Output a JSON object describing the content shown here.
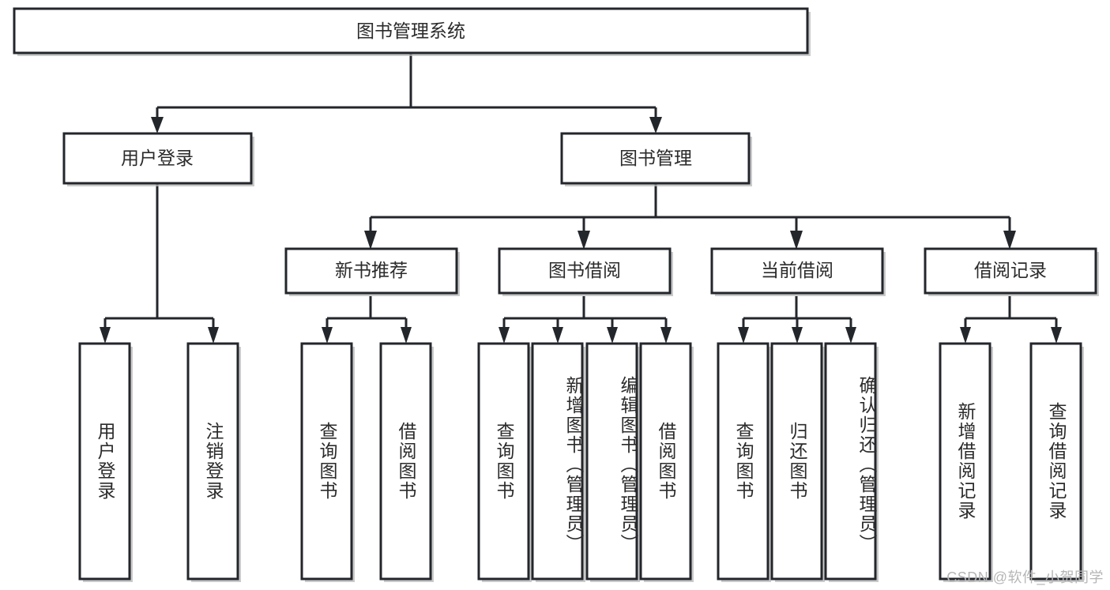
{
  "diagram": {
    "type": "tree-hierarchy",
    "title": "图书管理系统",
    "orientation": "top-down",
    "watermark": "CSDN @软件_小贺同学",
    "colors": {
      "box_stroke": "#23262b",
      "box_fill": "#ffffff",
      "text": "#2b2b2b",
      "shadow": "#b8b8b8",
      "watermark": "#b6b6b6",
      "background": "#ffffff"
    },
    "levels": [
      {
        "level": 0,
        "label": "root"
      },
      {
        "level": 1,
        "label": "modules"
      },
      {
        "level": 2,
        "label": "sub-modules"
      },
      {
        "level": 3,
        "label": "functions"
      }
    ],
    "nodes": {
      "root": {
        "id": "root",
        "label": "图书管理系统",
        "level": 0,
        "orientation": "horizontal"
      },
      "l1": [
        {
          "id": "user-login",
          "label": "用户登录",
          "level": 1,
          "orientation": "horizontal"
        },
        {
          "id": "book-manage",
          "label": "图书管理",
          "level": 1,
          "orientation": "horizontal"
        }
      ],
      "l2": [
        {
          "id": "new-book-rec",
          "label": "新书推荐",
          "level": 2,
          "orientation": "horizontal",
          "parent": "book-manage"
        },
        {
          "id": "book-borrow",
          "label": "图书借阅",
          "level": 2,
          "orientation": "horizontal",
          "parent": "book-manage"
        },
        {
          "id": "current-borrow",
          "label": "当前借阅",
          "level": 2,
          "orientation": "horizontal",
          "parent": "book-manage"
        },
        {
          "id": "borrow-record",
          "label": "借阅记录",
          "level": 2,
          "orientation": "horizontal",
          "parent": "book-manage"
        }
      ],
      "leaves": [
        {
          "id": "leaf-user-login",
          "label": "用户登录",
          "parent": "user-login",
          "orientation": "vertical"
        },
        {
          "id": "leaf-logout-login",
          "label": "注销登录",
          "parent": "user-login",
          "orientation": "vertical"
        },
        {
          "id": "leaf-query-book-1",
          "label": "查询图书",
          "parent": "new-book-rec",
          "orientation": "vertical"
        },
        {
          "id": "leaf-borrow-book-1",
          "label": "借阅图书",
          "parent": "new-book-rec",
          "orientation": "vertical"
        },
        {
          "id": "leaf-query-book-2",
          "label": "查询图书",
          "parent": "book-borrow",
          "orientation": "vertical"
        },
        {
          "id": "leaf-add-book",
          "label": "新增图书（管理员）",
          "parent": "book-borrow",
          "orientation": "vertical"
        },
        {
          "id": "leaf-edit-book",
          "label": "编辑图书（管理员）",
          "parent": "book-borrow",
          "orientation": "vertical"
        },
        {
          "id": "leaf-borrow-book-2",
          "label": "借阅图书",
          "parent": "book-borrow",
          "orientation": "vertical"
        },
        {
          "id": "leaf-query-book-3",
          "label": "查询图书",
          "parent": "current-borrow",
          "orientation": "vertical"
        },
        {
          "id": "leaf-return-book",
          "label": "归还图书",
          "parent": "current-borrow",
          "orientation": "vertical"
        },
        {
          "id": "leaf-confirm-return",
          "label": "确认归还（管理员）",
          "parent": "current-borrow",
          "orientation": "vertical"
        },
        {
          "id": "leaf-add-record",
          "label": "新增借阅记录",
          "parent": "borrow-record",
          "orientation": "vertical"
        },
        {
          "id": "leaf-query-record",
          "label": "查询借阅记录",
          "parent": "borrow-record",
          "orientation": "vertical"
        }
      ]
    }
  }
}
